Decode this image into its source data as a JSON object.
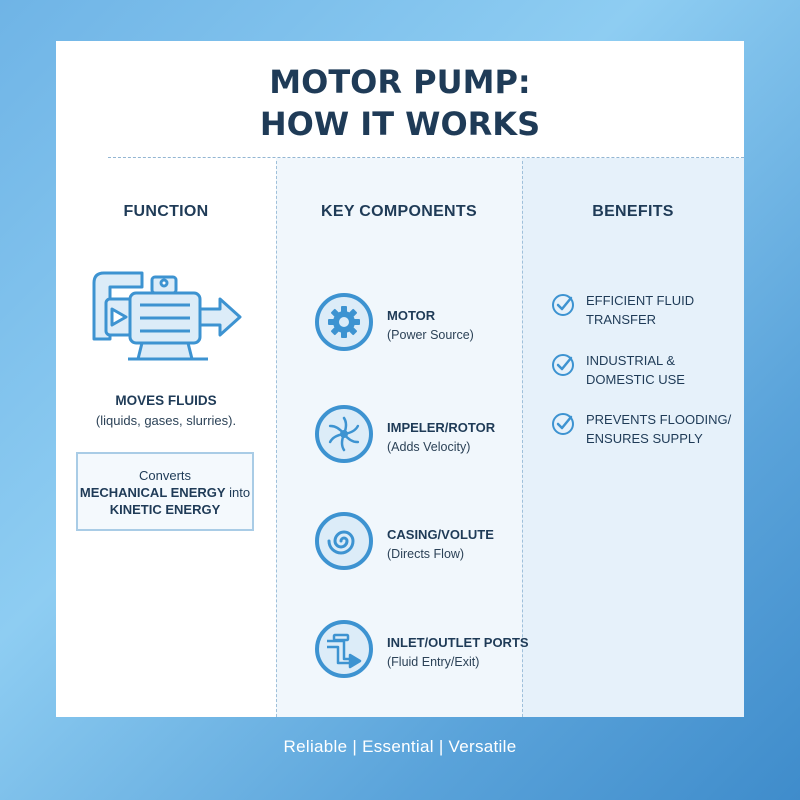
{
  "title": {
    "line1": "MOTOR PUMP:",
    "line2": "HOW IT WORKS"
  },
  "columns": {
    "function": "FUNCTION",
    "components": "KEY COMPONENTS",
    "benefits": "BENEFITS"
  },
  "function": {
    "heading": "MOVES FLUIDS",
    "subtext": "(liquids, gases, slurries).",
    "box": {
      "line1": "Converts",
      "line2_bold": "MECHANICAL ENERGY",
      "line2_rest": " into",
      "line3": "KINETIC ENERGY"
    }
  },
  "components": [
    {
      "name": "MOTOR",
      "desc": "(Power Source)",
      "icon": "gear-icon"
    },
    {
      "name": "IMPELER/ROTOR",
      "desc": "(Adds Velocity)",
      "icon": "impeller-icon"
    },
    {
      "name": "CASING/VOLUTE",
      "desc": "(Directs Flow)",
      "icon": "spiral-icon"
    },
    {
      "name": "INLET/OUTLET PORTS",
      "desc": "(Fluid Entry/Exit)",
      "icon": "pipe-icon"
    }
  ],
  "benefits": [
    {
      "line1": "EFFICIENT FLUID",
      "line2": "TRANSFER"
    },
    {
      "line1": "INDUSTRIAL &",
      "line2": "DOMESTIC USE"
    },
    {
      "line1": "PREVENTS FLOODING/",
      "line2": "ENSURES SUPPLY"
    }
  ],
  "footer": "Reliable | Essential | Versatile",
  "colors": {
    "accent": "#3d93d1",
    "dark_text": "#1f3b57",
    "icon_fill": "#dcecf8"
  }
}
